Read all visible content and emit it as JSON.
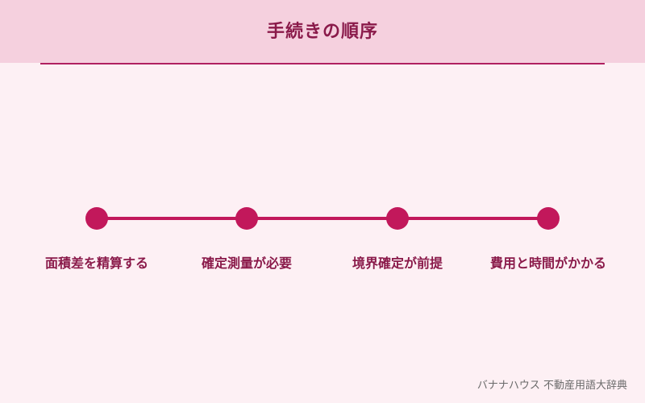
{
  "header": {
    "title": "手続きの順序"
  },
  "steps": [
    {
      "label": "面積差を精算する"
    },
    {
      "label": "確定測量が必要"
    },
    {
      "label": "境界確定が前提"
    },
    {
      "label": "費用と時間がかかる"
    }
  ],
  "footer": {
    "credit": "バナナハウス 不動産用語大辞典"
  },
  "colors": {
    "accent": "#c2185b",
    "title": "#8a1a4a",
    "header_bg": "#f5d0de",
    "page_bg": "#fdf0f4"
  }
}
